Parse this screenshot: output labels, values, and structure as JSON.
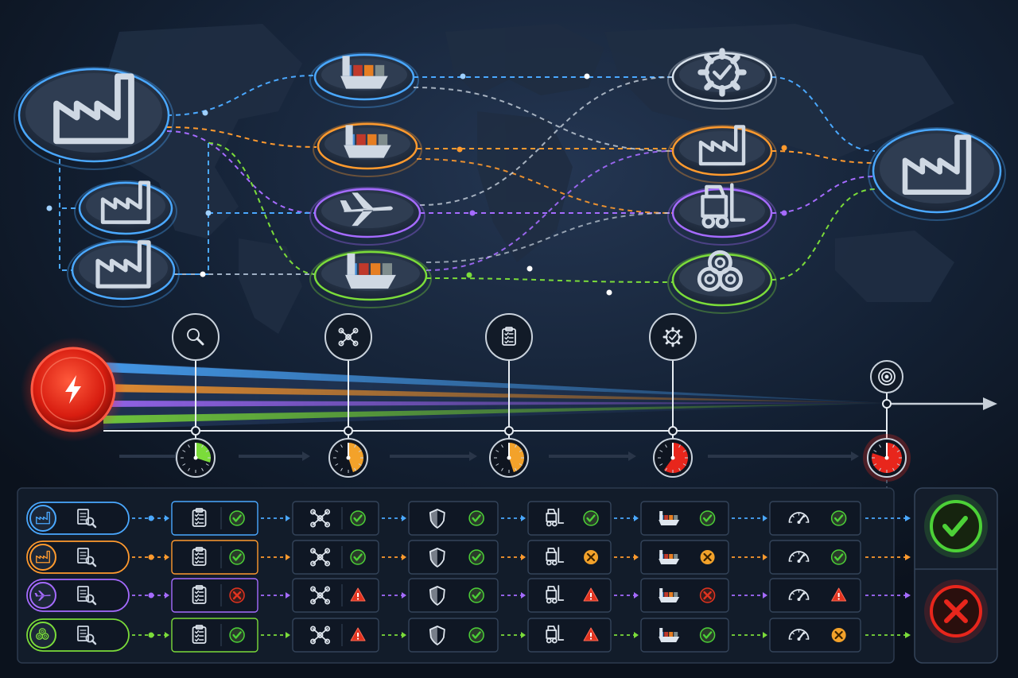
{
  "colors": {
    "background": "#0e1726",
    "blue": "#4aa8ff",
    "orange": "#ff9a2e",
    "purple": "#a56bff",
    "green": "#7bdc3a",
    "red": "#e8261c",
    "white": "#d6e0ea",
    "check": "#4cd137",
    "warning": "#e2331f",
    "caution": "#f3a22a"
  },
  "network": {
    "sources": [
      {
        "name": "main-plant",
        "icon": "factory-icon",
        "color": "blue"
      },
      {
        "name": "plant-2",
        "icon": "factory-icon",
        "color": "blue"
      },
      {
        "name": "plant-3",
        "icon": "factory-solar-icon",
        "color": "blue"
      }
    ],
    "transport": [
      {
        "name": "container-ship-1",
        "icon": "container-ship-icon",
        "color": "blue"
      },
      {
        "name": "container-ship-2",
        "icon": "container-ship-icon",
        "color": "orange"
      },
      {
        "name": "airplane",
        "icon": "airplane-icon",
        "color": "purple"
      },
      {
        "name": "container-ship-3",
        "icon": "container-ship-icon",
        "color": "green"
      }
    ],
    "suppliers": [
      {
        "name": "mining-site",
        "icon": "mining-crane-icon",
        "color": "white"
      },
      {
        "name": "refinery",
        "icon": "refinery-tanks-icon",
        "color": "orange"
      },
      {
        "name": "warehouse-crates",
        "icon": "crates-icon",
        "color": "purple"
      },
      {
        "name": "steel-coils",
        "icon": "steel-coils-icon",
        "color": "green"
      }
    ],
    "destination": {
      "name": "distribution-center",
      "icon": "warehouse-icon",
      "color": "blue"
    }
  },
  "timeline": {
    "alert_icon": "lightning-bolt-icon",
    "milestones": [
      {
        "icon": "magnifier-icon",
        "timer_level": 0.3,
        "timer_color": "green"
      },
      {
        "icon": "network-nodes-icon",
        "timer_level": 0.45,
        "timer_color": "caution"
      },
      {
        "icon": "clipboard-checklist-icon",
        "timer_level": 0.45,
        "timer_color": "caution"
      },
      {
        "icon": "gear-check-icon",
        "timer_level": 0.6,
        "timer_color": "red"
      }
    ],
    "target_icon": "target-icon",
    "final_timer": {
      "timer_level": 0.8,
      "timer_color": "red"
    }
  },
  "matrix": {
    "stage_icons": [
      "clipboard-checklist-icon",
      "network-nodes-icon",
      "shield-icon",
      "forklift-icon",
      "cargo-ship-icon",
      "gauge-icon"
    ],
    "rows": [
      {
        "color": "blue",
        "source_icon": "factory-icon",
        "statuses": [
          "check",
          "check",
          "check",
          "check",
          "check",
          "check"
        ]
      },
      {
        "color": "orange",
        "source_icon": "factory-icon",
        "statuses": [
          "check",
          "check",
          "check",
          "caution",
          "caution",
          "check"
        ]
      },
      {
        "color": "purple",
        "source_icon": "airplane-icon",
        "statuses": [
          "fail",
          "warning",
          "check",
          "warning",
          "fail",
          "warning"
        ]
      },
      {
        "color": "green",
        "source_icon": "steel-coils-icon",
        "statuses": [
          "check",
          "warning",
          "check",
          "warning",
          "check",
          "caution"
        ]
      }
    ],
    "outcomes": [
      {
        "type": "success",
        "icon": "check-circle-icon",
        "color": "check"
      },
      {
        "type": "failure",
        "icon": "x-circle-icon",
        "color": "red"
      }
    ]
  }
}
